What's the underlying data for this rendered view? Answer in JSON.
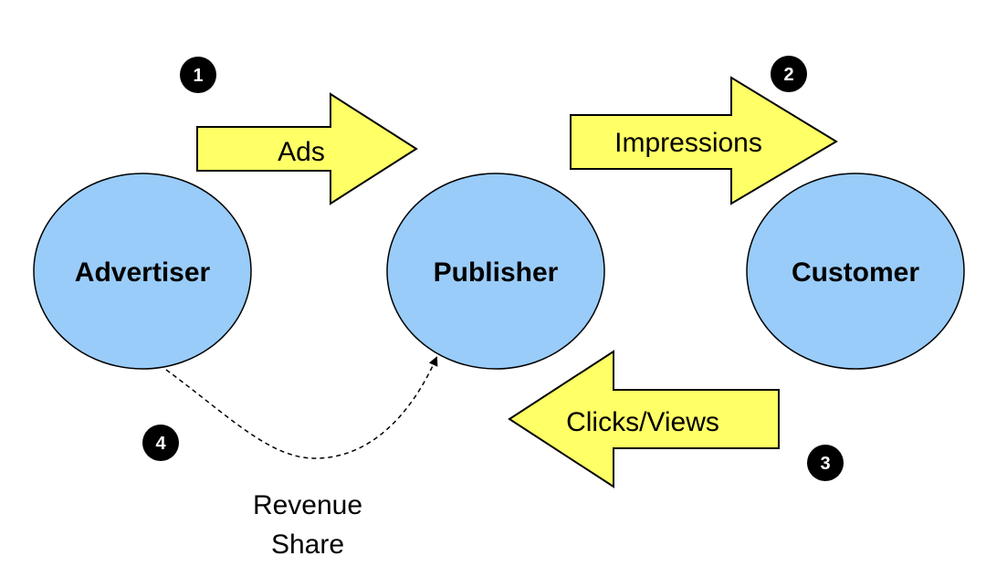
{
  "colors": {
    "node_fill": "#99ccf9",
    "node_stroke": "#000000",
    "arrow_fill": "#ffff66",
    "arrow_stroke": "#000000",
    "badge_fill": "#000000",
    "badge_text": "#ffffff"
  },
  "nodes": {
    "advertiser": "Advertiser",
    "publisher": "Publisher",
    "customer": "Customer"
  },
  "flows": {
    "ads": "Ads",
    "impressions": "Impressions",
    "clicks_views": "Clicks/Views",
    "revenue_share_line1": "Revenue",
    "revenue_share_line2": "Share"
  },
  "steps": [
    "1",
    "2",
    "3",
    "4"
  ]
}
